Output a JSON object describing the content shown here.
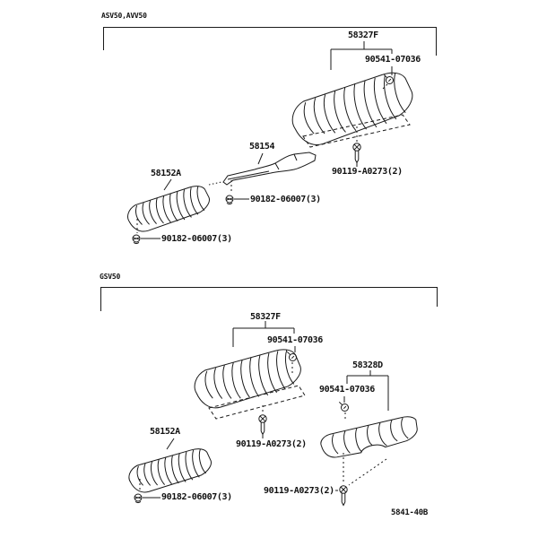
{
  "diagram": {
    "figure_code": "5841-40B",
    "colors": {
      "line": "#1a1a1a",
      "background": "#ffffff"
    },
    "icons": {
      "grommet": "screw-grommet-circle-with-tab",
      "bolt": "flange-bolt-head-with-threaded-shank",
      "clip": "slotted-clip-screw"
    },
    "sections": [
      {
        "model_code": "ASV50,AVV50",
        "parts": [
          {
            "number": "58327F"
          },
          {
            "number": "90541-07036"
          },
          {
            "number": "58154"
          },
          {
            "number": "90119-A0273(2)"
          },
          {
            "number": "58152A"
          },
          {
            "number": "90182-06007(3)"
          },
          {
            "number": "90182-06007(3)"
          }
        ]
      },
      {
        "model_code": "GSV50",
        "parts": [
          {
            "number": "58327F"
          },
          {
            "number": "90541-07036"
          },
          {
            "number": "58328D"
          },
          {
            "number": "90541-07036"
          },
          {
            "number": "58152A"
          },
          {
            "number": "90119-A0273(2)"
          },
          {
            "number": "90182-06007(3)"
          },
          {
            "number": "90119-A0273(2)"
          }
        ]
      }
    ]
  }
}
